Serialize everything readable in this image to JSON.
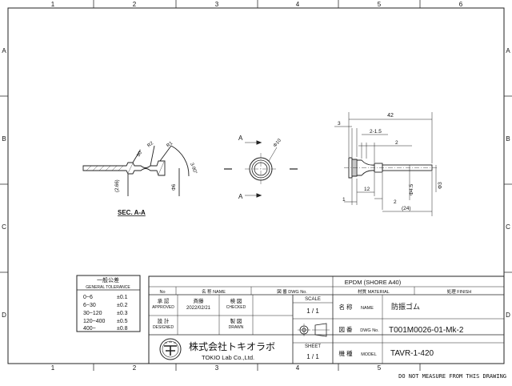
{
  "sheet": {
    "col_labels": [
      "1",
      "2",
      "3",
      "4",
      "5",
      "6"
    ],
    "row_labels": [
      "A",
      "B",
      "C",
      "D"
    ],
    "footer_note": "DO NOT MEASURE FROM THIS DRAWING"
  },
  "views": {
    "section_label": "SEC. A-A",
    "section_marker": "A",
    "left_dims": {
      "r2": "R2",
      "r1": "R1",
      "angle1": "90°",
      "angle2": "3-90°",
      "d6": "Φ6",
      "h266": "(2.66)"
    },
    "center_dims": {
      "d10": "Φ10"
    },
    "right_dims": {
      "len42": "42",
      "d3": "3",
      "d2_15": "2-1.5",
      "d12": "12",
      "d1": "1",
      "d2a": "2",
      "d2b": "2",
      "d24": "(24)",
      "phi45": "Φ4.5",
      "phi3": "Φ3"
    }
  },
  "tolerance": {
    "title": "一般公差",
    "subtitle": "GENERAL TOLERANCE",
    "rows": [
      {
        "range": "0~6",
        "tol": "±0.1"
      },
      {
        "range": "6~30",
        "tol": "±0.2"
      },
      {
        "range": "30~120",
        "tol": "±0.3"
      },
      {
        "range": "120~400",
        "tol": "±0.5"
      },
      {
        "range": "400~",
        "tol": "±0.8"
      }
    ]
  },
  "titleblock": {
    "material_value": "EPDM (SHORE A40)",
    "h_no": "No",
    "h_name": "名 称 NAME",
    "h_dwg": "図 番 DWG No.",
    "h_material": "材質 MATERIAL",
    "h_finish": "処理 FINISH",
    "approved_jp": "承 認",
    "approved_en": "APPROVED",
    "checked_jp": "検 図",
    "checked_en": "CHECKED",
    "designed_jp": "設 計",
    "designed_en": "DESIGNED",
    "drawn_jp": "製 図",
    "drawn_en": "DRAWN",
    "checker_name": "斉藤",
    "date": "2022/02/21",
    "scale_label": "SCALE",
    "scale_value": "1 / 1",
    "sheet_label": "SHEET",
    "sheet_value": "1 / 1",
    "name_jp": "名 称",
    "name_en": "NAME",
    "name_value": "防振ゴム",
    "dwg_jp": "図 番",
    "dwg_en": "DWG No.",
    "dwg_value": "T001M0026-01-Mk-2",
    "model_jp": "機 種",
    "model_en": "MODEL",
    "model_value": "TAVR-1-420",
    "company_jp": "株式会社トキオラボ",
    "company_en": "TOKIO Lab Co.,Ltd."
  }
}
